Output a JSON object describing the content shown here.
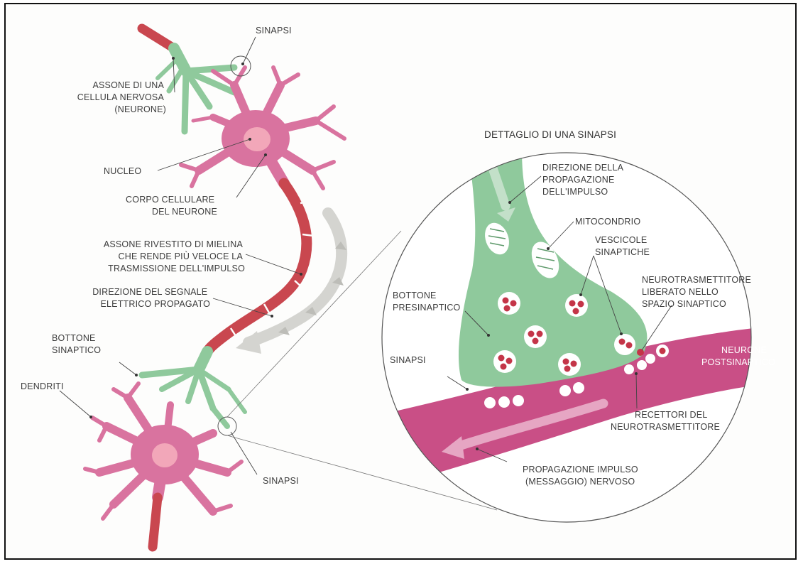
{
  "colors": {
    "neuron_pink": "#d9739f",
    "nucleus": "#f2a7b9",
    "axon_green": "#8fc99c",
    "myelin_red": "#c9474f",
    "postsynaptic": "#c94f86",
    "vesicle_red": "#c43548",
    "arrow_gray": "#d4d4d0",
    "text": "#3c3c3c"
  },
  "labels": {
    "sinapsi_top": "SINAPSI",
    "assone": [
      "ASSONE DI UNA",
      "CELLULA NERVOSA",
      "(NEURONE)"
    ],
    "nucleo": "NUCLEO",
    "corpo": [
      "CORPO CELLULARE",
      "DEL NEURONE"
    ],
    "mielina": [
      "ASSONE RIVESTITO DI MIELINA",
      "CHE RENDE PIÙ VELOCE LA",
      "TRASMISSIONE DELL'IMPULSO"
    ],
    "direzione_segnale": [
      "DIREZIONE DEL SEGNALE",
      "ELETTRICO PROPAGATO"
    ],
    "bottone_sinaptico": [
      "BOTTONE",
      "SINAPTICO"
    ],
    "dendriti": "DENDRITI",
    "sinapsi_bottom": "SINAPSI"
  },
  "detail": {
    "title": "DETTAGLIO DI UNA SINAPSI",
    "direzione": [
      "DIREZIONE DELLA",
      "PROPAGAZIONE",
      "DELL'IMPULSO"
    ],
    "mitocondrio": "MITOCONDRIO",
    "vescicole": [
      "VESCICOLE",
      "SINAPTICHE"
    ],
    "neurotrasmettitore": [
      "NEUROTRASMETTITORE",
      "LIBERATO NELLO",
      "SPAZIO SINAPTICO"
    ],
    "bottone": [
      "BOTTONE",
      "PRESINAPTICO"
    ],
    "sinapsi": "SINAPSI",
    "neurone_post": [
      "NEURONE",
      "POSTSINAPTICO"
    ],
    "recettori": [
      "RECETTORI DEL",
      "NEUROTRASMETTITORE"
    ],
    "propagazione": [
      "PROPAGAZIONE IMPULSO",
      "(MESSAGGIO) NERVOSO"
    ]
  }
}
